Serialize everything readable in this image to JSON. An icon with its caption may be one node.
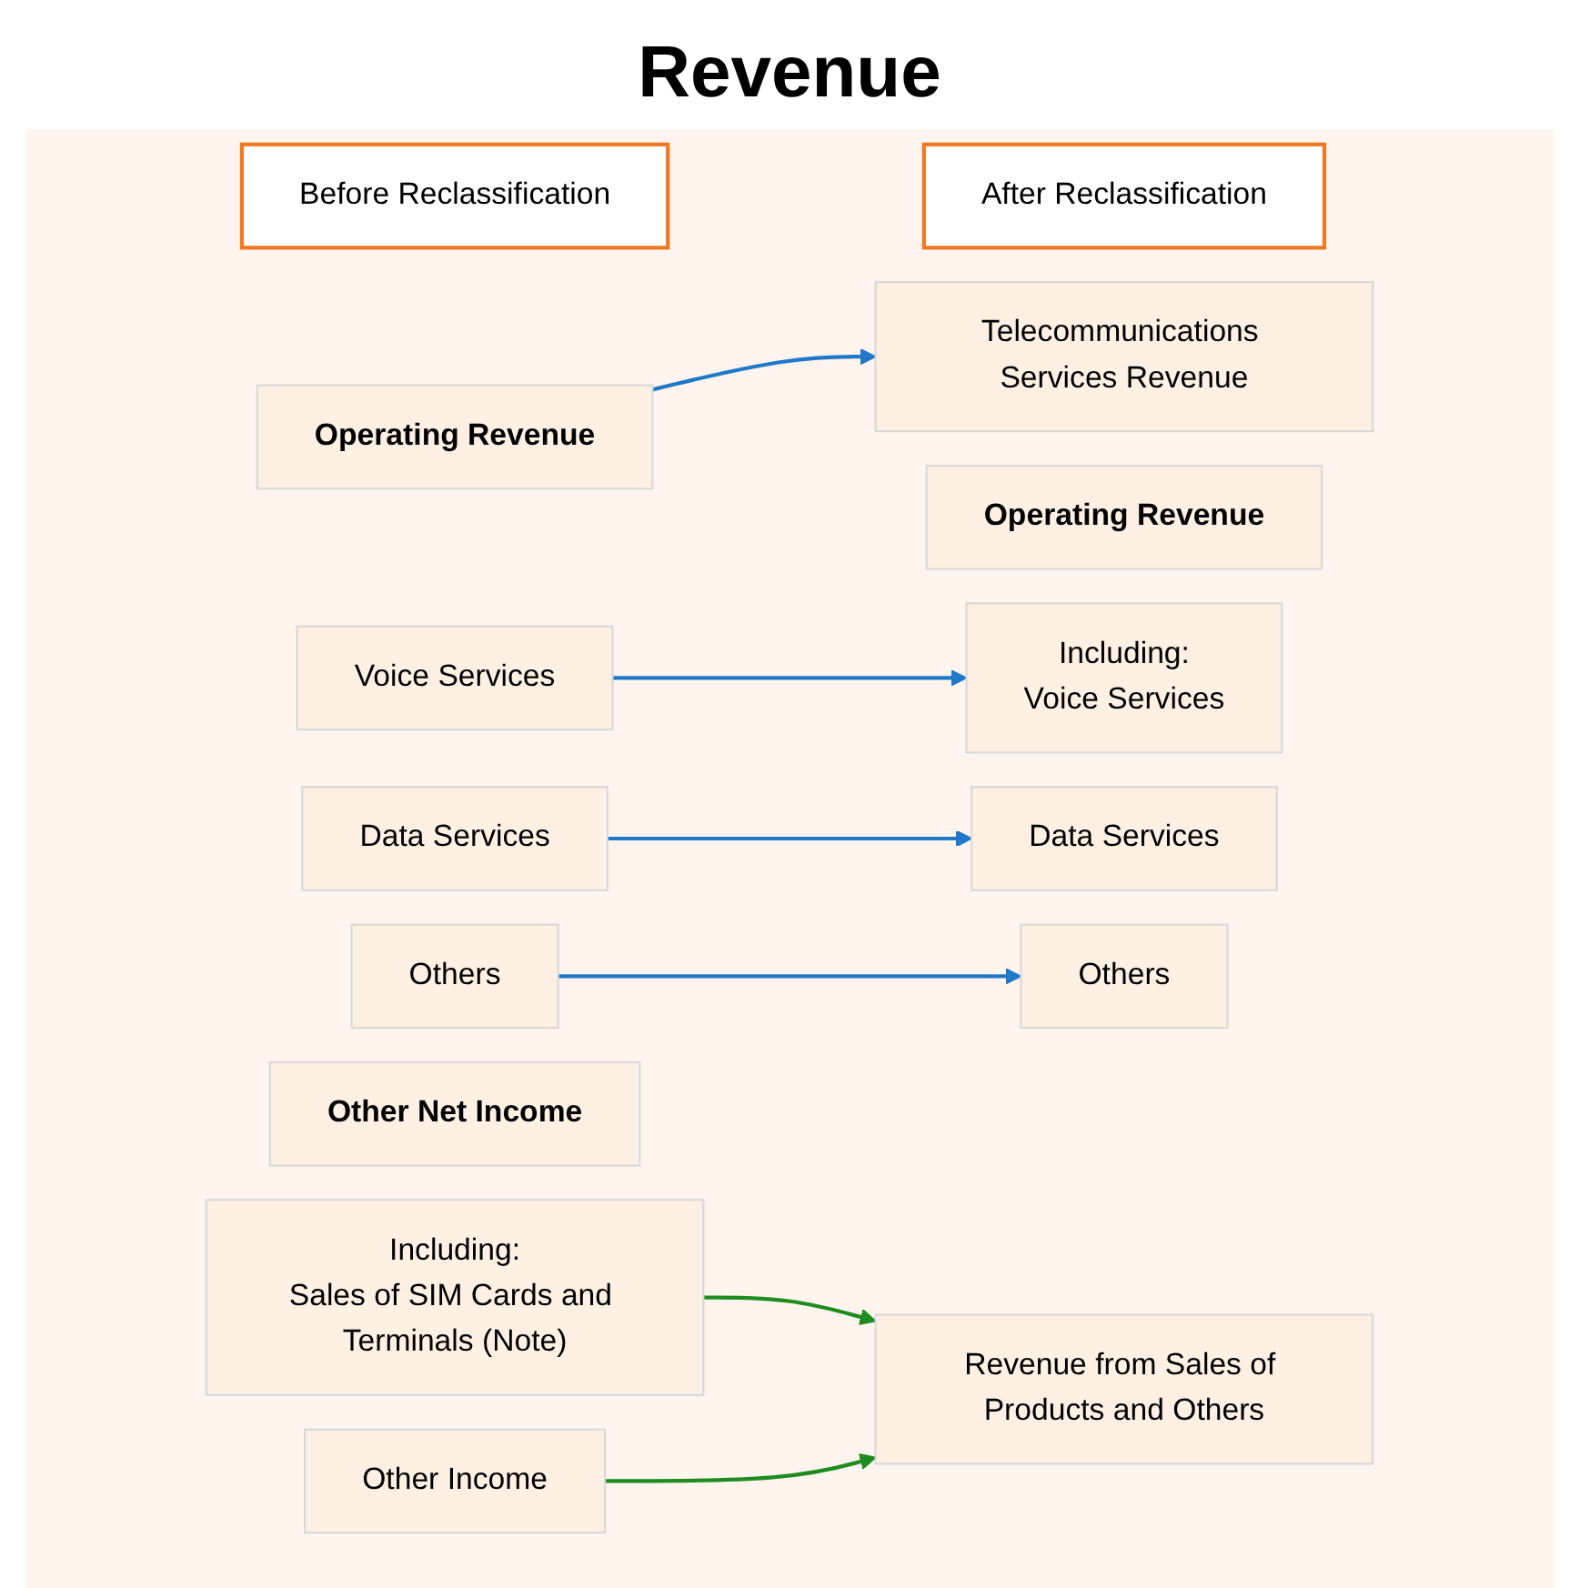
{
  "diagram": {
    "title": "Revenue",
    "nodes": [
      {
        "text": [
          "Before Reclassification"
        ]
      },
      {
        "text": [
          "After Reclassification"
        ]
      },
      {
        "text": [
          "Operating Revenue"
        ]
      },
      {
        "text": [
          "Operating Revenue"
        ]
      },
      {
        "text": [
          "Voice Services"
        ]
      },
      {
        "text": [
          "Telecommunications Services Revenue"
        ]
      },
      {
        "text": [
          "Data Services"
        ]
      },
      {
        "text": [
          "Including:",
          "Voice Services"
        ]
      },
      {
        "text": [
          "Others"
        ]
      },
      {
        "text": [
          "Data Services"
        ]
      },
      {
        "text": [
          "Others"
        ]
      },
      {
        "text": [
          "Other Net Income"
        ]
      },
      {
        "text": [
          "Revenue from Sales of Products and Others"
        ]
      },
      {
        "text": [
          "Including:",
          "Sales of SIM Cards and Terminals (Note)"
        ]
      },
      {
        "text": [
          "Other Income"
        ]
      }
    ],
    "edges": [
      {
        "from": 2,
        "to": 5,
        "arrow": "to"
      },
      {
        "from": 4,
        "to": 7,
        "arrow": "to"
      },
      {
        "from": 6,
        "to": 9,
        "arrow": "to"
      },
      {
        "from": 8,
        "to": 10,
        "arrow": "to"
      },
      {
        "from": 13,
        "to": 12,
        "arrow": "to",
        "color": "#1e8c1e"
      },
      {
        "from": 14,
        "to": 12,
        "arrow": "to",
        "color": "#1e8c1e"
      }
    ]
  }
}
